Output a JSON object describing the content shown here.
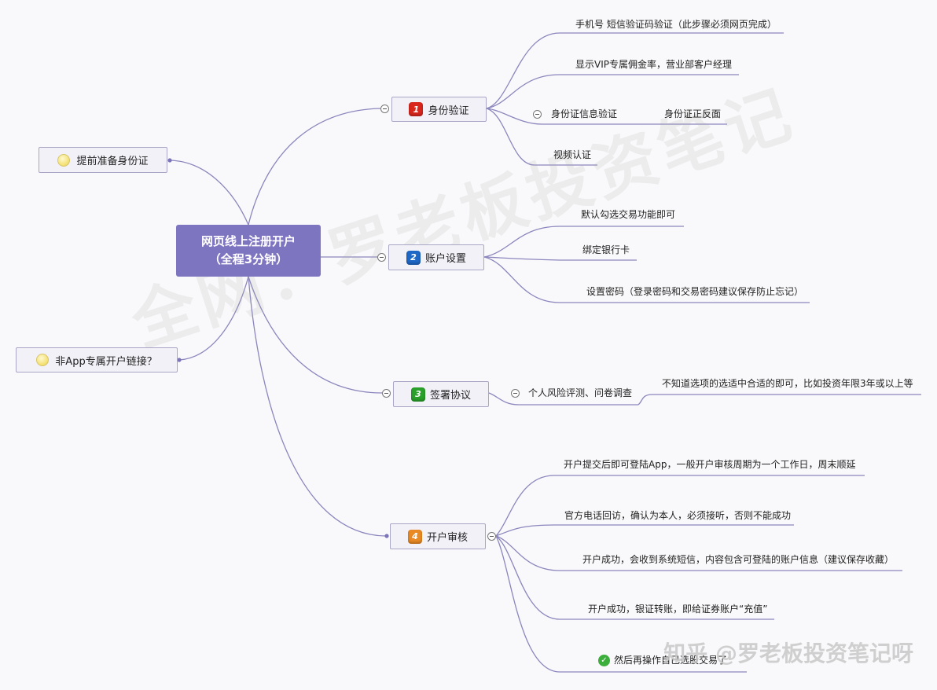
{
  "mindmap": {
    "center": {
      "line1": "网页线上注册开户",
      "line2": "（全程3分钟）"
    },
    "left": [
      {
        "label": "提前准备身份证",
        "icon": "lightbulb-icon"
      },
      {
        "label": "非App专属开户链接？",
        "icon": "lightbulb-icon"
      }
    ],
    "steps": [
      {
        "num": "1",
        "label": "身份验证",
        "color": "#d9271d",
        "children": [
          {
            "text": "手机号 短信验证码验证（此步骤必须网页完成）"
          },
          {
            "text": "显示VIP专属佣金率，营业部客户经理"
          },
          {
            "text": "身份证信息验证",
            "sub": "身份证正反面"
          },
          {
            "text": "视频认证"
          }
        ]
      },
      {
        "num": "2",
        "label": "账户设置",
        "color": "#1f68c7",
        "children": [
          {
            "text": "默认勾选交易功能即可"
          },
          {
            "text": "绑定银行卡"
          },
          {
            "text": "设置密码（登录密码和交易密码建议保存防止忘记）"
          }
        ]
      },
      {
        "num": "3",
        "label": "签署协议",
        "color": "#2aa12a",
        "children": [
          {
            "text": "个人风险评测、问卷调查",
            "sub": "不知道选项的选适中合适的即可，比如投资年限3年或以上等"
          }
        ]
      },
      {
        "num": "4",
        "label": "开户审核",
        "color": "#ea8a24",
        "children": [
          {
            "text": "开户提交后即可登陆App，一般开户审核周期为一个工作日，周末顺延"
          },
          {
            "text": "官方电话回访，确认为本人，必须接听，否则不能成功"
          },
          {
            "text": "开户成功，会收到系统短信，内容包含可登陆的账户信息（建议保存收藏）"
          },
          {
            "text": "开户成功，银证转账，即给证券账户“充值”"
          },
          {
            "text": "然后再操作自己选股交易了",
            "icon": "checkmark-icon"
          }
        ]
      }
    ]
  },
  "watermark": {
    "diagonal": "全网：罗老板投资笔记",
    "corner": "知乎 @罗老板投资笔记呀"
  }
}
